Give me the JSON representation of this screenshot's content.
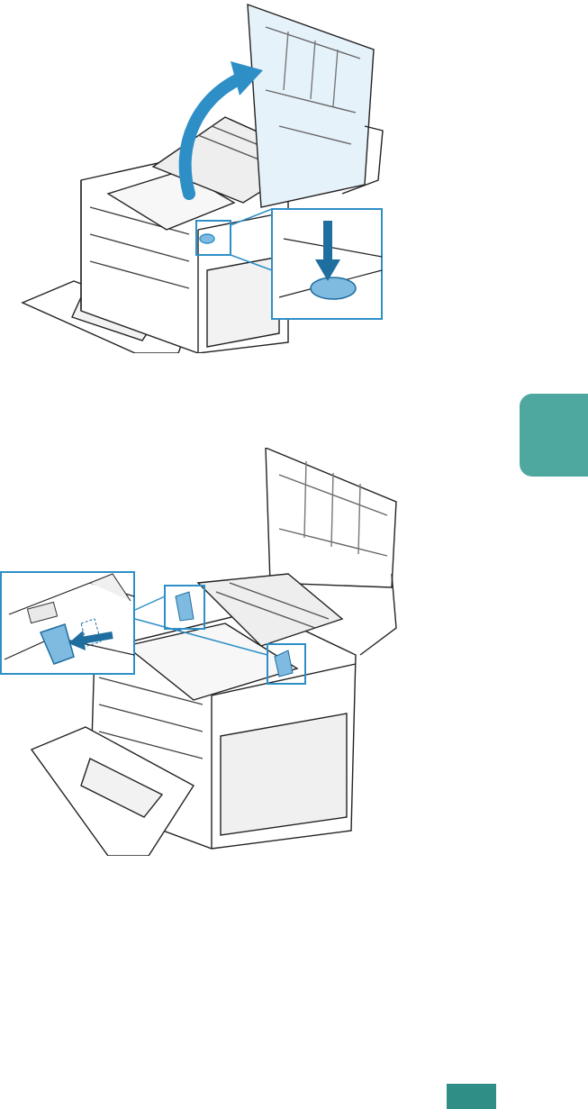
{
  "document": {
    "figures": [
      {
        "id": "figure-1",
        "step": "open-top-cover",
        "icons": [
          "curved-arrow-up-icon",
          "press-down-arrow-icon"
        ],
        "accent_color": "#2e8fc7"
      },
      {
        "id": "figure-2",
        "step": "push-lever-left",
        "icons": [
          "left-arrow-icon"
        ],
        "accent_color": "#2e8fc7"
      }
    ],
    "chapter_tab_color": "#4fa8a0",
    "page_number_box_color": "#2f8f86",
    "page_number": ""
  }
}
